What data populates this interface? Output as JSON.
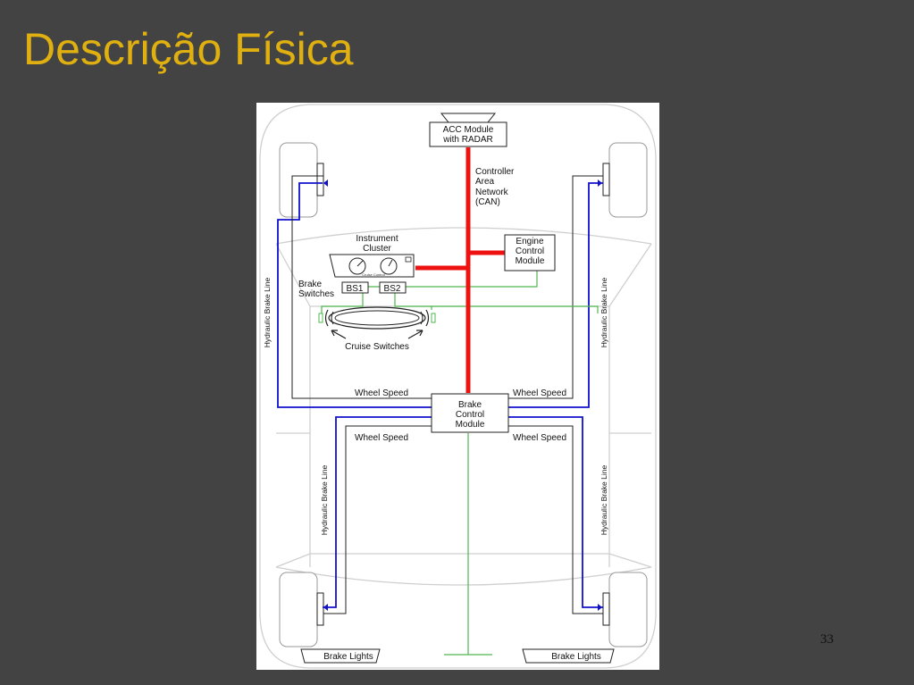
{
  "slide": {
    "title": "Descrição Física",
    "page_number": "33"
  },
  "diagram": {
    "acc_module": [
      "ACC Module",
      "with RADAR"
    ],
    "can_label": [
      "Controller",
      "Area",
      "Network",
      "(CAN)"
    ],
    "instrument_cluster": [
      "Instrument",
      "Cluster"
    ],
    "cluster_display": "Cruise Control",
    "engine_control_module": [
      "Engine",
      "Control",
      "Module"
    ],
    "brake_switches": [
      "Brake",
      "Switches"
    ],
    "bs1": "BS1",
    "bs2": "BS2",
    "cruise_switches": "Cruise Switches",
    "brake_control_module": [
      "Brake",
      "Control",
      "Module"
    ],
    "wheel_speed": "Wheel Speed",
    "hydraulic_brake_line": "Hydraulic Brake Line",
    "brake_lights": "Brake Lights",
    "colors": {
      "can": "#ee1111",
      "hydraulic": "#1111cc",
      "signal": "#4fb84f",
      "wire": "#222222",
      "body": "#cfcfcf"
    }
  }
}
